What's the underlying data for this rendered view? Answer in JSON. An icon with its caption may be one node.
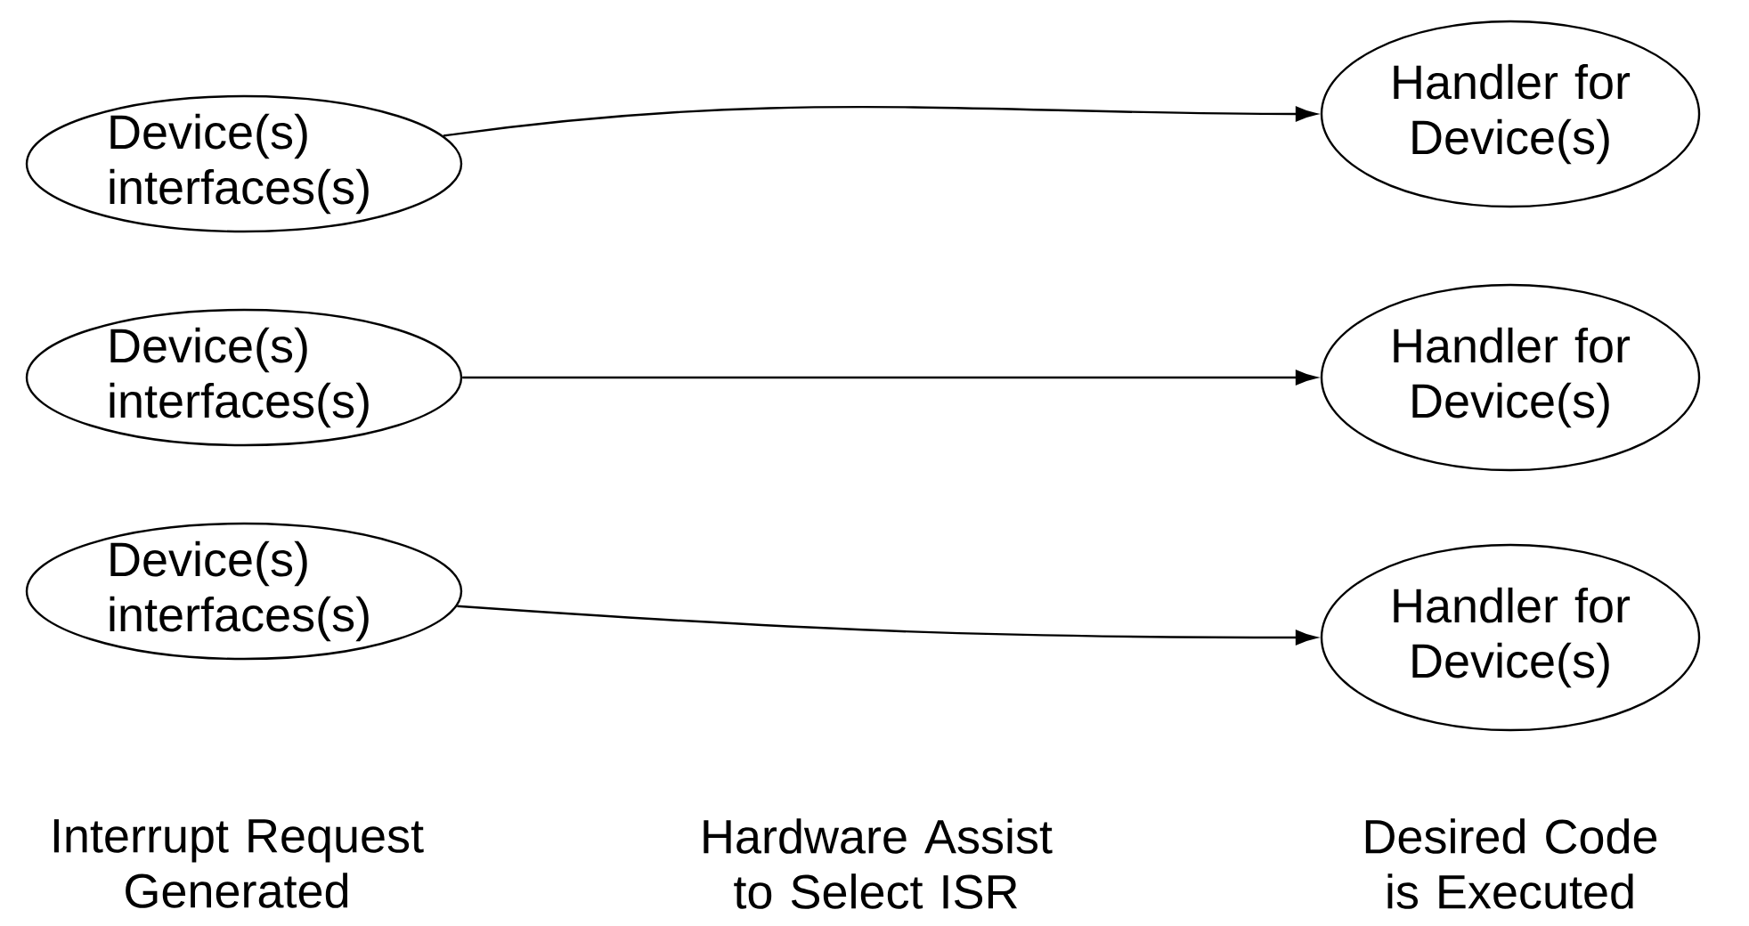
{
  "diagram": {
    "nodes": [
      {
        "text": [
          "Device(s) interfaces(s)"
        ]
      },
      {
        "text": [
          "Device(s) interfaces(s)"
        ]
      },
      {
        "text": [
          "Device(s) interfaces(s)"
        ]
      },
      {
        "text": [
          "Handler for Device(s)"
        ]
      },
      {
        "text": [
          "Handler for Device(s)"
        ]
      },
      {
        "text": [
          "Handler for Device(s)"
        ]
      }
    ],
    "edges": [
      {
        "from": 0,
        "to": 3,
        "arrow": "to"
      },
      {
        "from": 1,
        "to": 4,
        "arrow": "to"
      },
      {
        "from": 2,
        "to": 5,
        "arrow": "to"
      }
    ],
    "labels": [
      "Interrupt Request Generated",
      "Hardware Assist to Select ISR",
      "Desired Code is Executed"
    ]
  }
}
